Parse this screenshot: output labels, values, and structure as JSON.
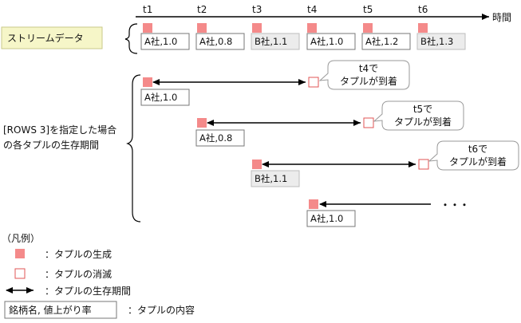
{
  "colors": {
    "gen": "#f48a8a",
    "gen_stroke": "#d85a5a",
    "del_stroke": "#e25555",
    "stream_bg": "#f6f6c8",
    "stream_border": "#c9c98a",
    "tuple_shaded": "#ececec",
    "bubble_stroke": "#9a9a9a",
    "line": "#000000"
  },
  "timeline": {
    "ticks": [
      "t1",
      "t2",
      "t3",
      "t4",
      "t5",
      "t6"
    ],
    "axis_label": "時間"
  },
  "stream": {
    "label": "ストリームデータ",
    "tuples": [
      {
        "text": "A社,1.0",
        "shaded": false
      },
      {
        "text": "A社,0.8",
        "shaded": false
      },
      {
        "text": "B社,1.1",
        "shaded": true
      },
      {
        "text": "A社,1.0",
        "shaded": false
      },
      {
        "text": "A社,1.2",
        "shaded": false
      },
      {
        "text": "B社,1.3",
        "shaded": true
      }
    ]
  },
  "lifetime": {
    "label_line1": "[ROWS 3]を指定した場合",
    "label_line2": "の各タプルの生存期間",
    "rows": [
      {
        "tuple": "A社,1.0",
        "shaded": false,
        "bubble_line1": "t4で",
        "bubble_line2": "タプルが到着"
      },
      {
        "tuple": "A社,0.8",
        "shaded": false,
        "bubble_line1": "t5で",
        "bubble_line2": "タプルが到着"
      },
      {
        "tuple": "B社,1.1",
        "shaded": true,
        "bubble_line1": "t6で",
        "bubble_line2": "タプルが到着"
      },
      {
        "tuple": "A社,1.0",
        "shaded": false,
        "continuation": "・・・"
      }
    ]
  },
  "legend": {
    "title": "（凡例）",
    "generation": "：タプルの生成",
    "deletion": "：タプルの消滅",
    "lifetime": "：タプルの生存期間",
    "content_box": "銘柄名, 値上がり率",
    "content": "：タプルの内容"
  }
}
